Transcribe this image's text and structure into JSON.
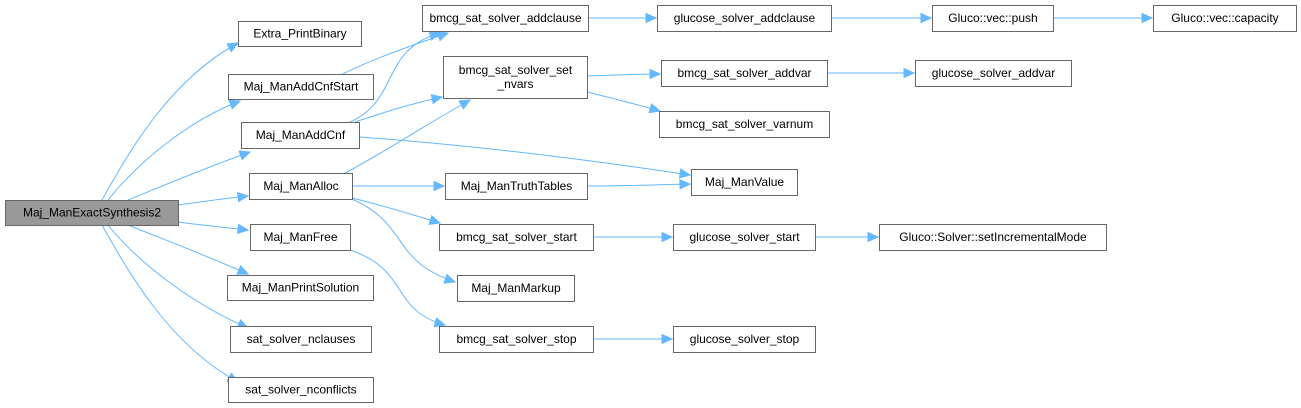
{
  "diagram": {
    "type": "call-graph",
    "colors": {
      "edge": "#63b8ff",
      "root_fill": "#999999",
      "node_fill": "#ffffff",
      "node_border": "#666666"
    },
    "nodes": [
      {
        "id": "root",
        "lines": [
          "Maj_ManExactSynthesis2"
        ],
        "root": true
      },
      {
        "id": "extra_printbinary",
        "lines": [
          "Extra_PrintBinary"
        ]
      },
      {
        "id": "addcnfstart",
        "lines": [
          "Maj_ManAddCnfStart"
        ]
      },
      {
        "id": "addcnf",
        "lines": [
          "Maj_ManAddCnf"
        ]
      },
      {
        "id": "alloc",
        "lines": [
          "Maj_ManAlloc"
        ]
      },
      {
        "id": "free",
        "lines": [
          "Maj_ManFree"
        ]
      },
      {
        "id": "printsolution",
        "lines": [
          "Maj_ManPrintSolution"
        ]
      },
      {
        "id": "nclauses",
        "lines": [
          "sat_solver_nclauses"
        ]
      },
      {
        "id": "nconflicts",
        "lines": [
          "sat_solver_nconflicts"
        ]
      },
      {
        "id": "bmcg_addclause",
        "lines": [
          "bmcg_sat_solver_addclause"
        ]
      },
      {
        "id": "bmcg_setnvars",
        "lines": [
          "bmcg_sat_solver_set",
          "_nvars"
        ]
      },
      {
        "id": "truthtables",
        "lines": [
          "Maj_ManTruthTables"
        ]
      },
      {
        "id": "bmcg_start",
        "lines": [
          "bmcg_sat_solver_start"
        ]
      },
      {
        "id": "markup",
        "lines": [
          "Maj_ManMarkup"
        ]
      },
      {
        "id": "bmcg_stop",
        "lines": [
          "bmcg_sat_solver_stop"
        ]
      },
      {
        "id": "glucose_addclause",
        "lines": [
          "glucose_solver_addclause"
        ]
      },
      {
        "id": "bmcg_addvar",
        "lines": [
          "bmcg_sat_solver_addvar"
        ]
      },
      {
        "id": "bmcg_varnum",
        "lines": [
          "bmcg_sat_solver_varnum"
        ]
      },
      {
        "id": "value",
        "lines": [
          "Maj_ManValue"
        ]
      },
      {
        "id": "glucose_start",
        "lines": [
          "glucose_solver_start"
        ]
      },
      {
        "id": "glucose_stop",
        "lines": [
          "glucose_solver_stop"
        ]
      },
      {
        "id": "vec_push",
        "lines": [
          "Gluco::vec::push"
        ]
      },
      {
        "id": "glucose_addvar",
        "lines": [
          "glucose_solver_addvar"
        ]
      },
      {
        "id": "setincremental",
        "lines": [
          "Gluco::Solver::setIncrementalMode"
        ]
      },
      {
        "id": "vec_capacity",
        "lines": [
          "Gluco::vec::capacity"
        ]
      }
    ],
    "edges": [
      {
        "from": "root",
        "to": "extra_printbinary"
      },
      {
        "from": "root",
        "to": "addcnfstart"
      },
      {
        "from": "root",
        "to": "addcnf"
      },
      {
        "from": "root",
        "to": "alloc"
      },
      {
        "from": "root",
        "to": "free"
      },
      {
        "from": "root",
        "to": "printsolution"
      },
      {
        "from": "root",
        "to": "nclauses"
      },
      {
        "from": "root",
        "to": "nconflicts"
      },
      {
        "from": "addcnfstart",
        "to": "bmcg_addclause"
      },
      {
        "from": "addcnf",
        "to": "bmcg_addclause"
      },
      {
        "from": "addcnf",
        "to": "bmcg_setnvars"
      },
      {
        "from": "addcnf",
        "to": "value"
      },
      {
        "from": "alloc",
        "to": "bmcg_setnvars"
      },
      {
        "from": "alloc",
        "to": "truthtables"
      },
      {
        "from": "alloc",
        "to": "bmcg_start"
      },
      {
        "from": "alloc",
        "to": "markup"
      },
      {
        "from": "free",
        "to": "bmcg_stop"
      },
      {
        "from": "bmcg_addclause",
        "to": "glucose_addclause"
      },
      {
        "from": "bmcg_setnvars",
        "to": "bmcg_addvar"
      },
      {
        "from": "bmcg_setnvars",
        "to": "bmcg_varnum"
      },
      {
        "from": "truthtables",
        "to": "value"
      },
      {
        "from": "bmcg_start",
        "to": "glucose_start"
      },
      {
        "from": "bmcg_stop",
        "to": "glucose_stop"
      },
      {
        "from": "glucose_addclause",
        "to": "vec_push"
      },
      {
        "from": "bmcg_addvar",
        "to": "glucose_addvar"
      },
      {
        "from": "glucose_start",
        "to": "setincremental"
      },
      {
        "from": "vec_push",
        "to": "vec_capacity"
      }
    ]
  }
}
